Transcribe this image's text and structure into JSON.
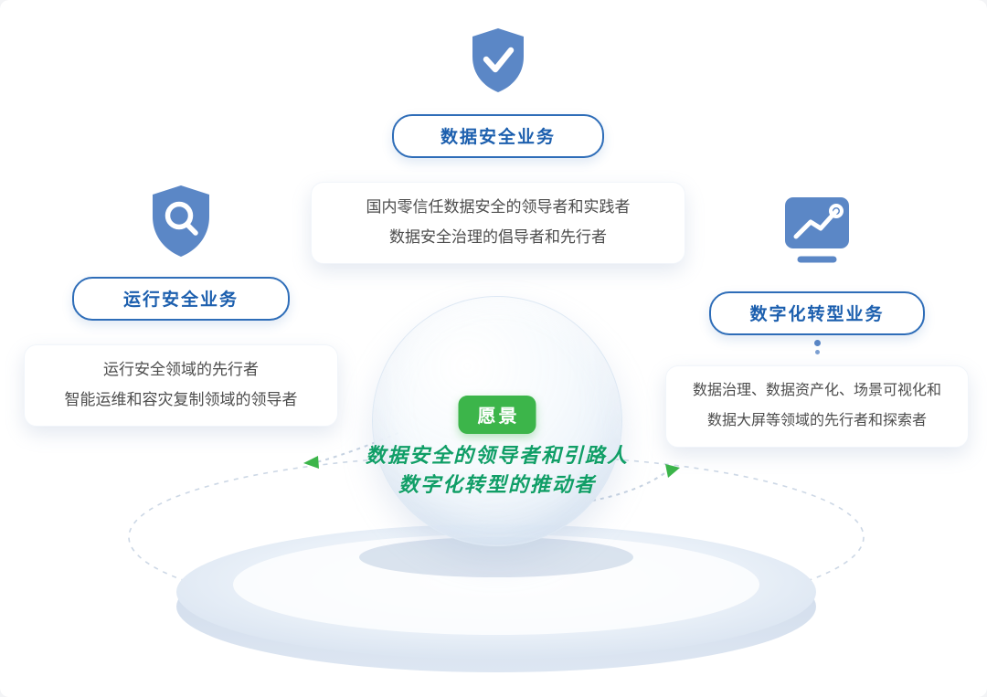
{
  "palette": {
    "icon_blue": "#5b87c6",
    "badge_border_blue": "#2e6db8",
    "badge_text_blue": "#1c5fae",
    "card_text_gray": "#4d4d4d",
    "vision_badge_green": "#3cb54a",
    "vision_text_green": "#109e67",
    "platform_blue_gray": "#d9e3f0"
  },
  "top_group": {
    "icon": "shield-check-icon",
    "badge_label": "数据安全业务",
    "lines": {
      "0": "国内零信任数据安全的领导者和实践者",
      "1": "数据安全治理的倡导者和先行者"
    }
  },
  "left_group": {
    "icon": "shield-search-icon",
    "badge_label": "运行安全业务",
    "lines": {
      "0": "运行安全领域的先行者",
      "1": "智能运维和容灾复制领域的领导者"
    }
  },
  "right_group": {
    "icon": "monitor-trend-icon",
    "badge_label": "数字化转型业务",
    "lines": {
      "0": "数据治理、数据资产化、场景可视化和",
      "1": "数据大屏等领域的先行者和探索者"
    }
  },
  "vision": {
    "badge_label": "愿景",
    "lines": {
      "0": "数据安全的领导者和引路人",
      "1": "数字化转型的推动者"
    }
  }
}
